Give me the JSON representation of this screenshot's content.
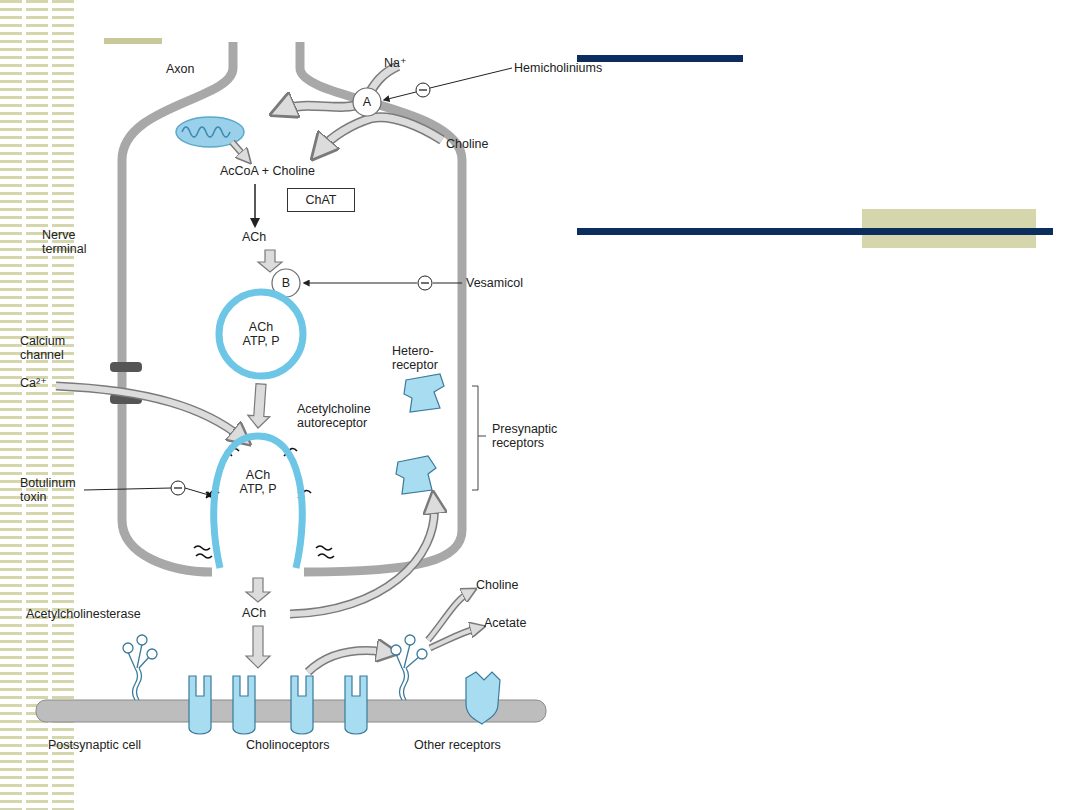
{
  "diagram": {
    "nodes": [
      {
        "text": [
          "A"
        ]
      },
      {
        "text": [
          "ChAT"
        ]
      },
      {
        "text": [
          "B"
        ]
      },
      {
        "text": [
          "ACh ATP, P"
        ]
      },
      {
        "text": [
          "ACh ATP, P"
        ]
      }
    ],
    "edges": [
      {
        "from": 3,
        "to": 4,
        "arrow": "to"
      }
    ],
    "labels": [
      "Axon",
      "Na⁺",
      "Hemicholiniums",
      "Choline",
      "AcCoA + Choline",
      "Nerve terminal",
      "ACh",
      "Vesamicol",
      "Calcium channel",
      "Ca²⁺",
      "Hetero-receptor",
      "Acetylcholine autoreceptor",
      "Presynaptic receptors",
      "Botulinum toxin",
      "ACh",
      "Choline",
      "Acetate",
      "Acetylcholinesterase",
      "Postsynaptic cell",
      "Cholinoceptors",
      "Other receptors"
    ]
  }
}
